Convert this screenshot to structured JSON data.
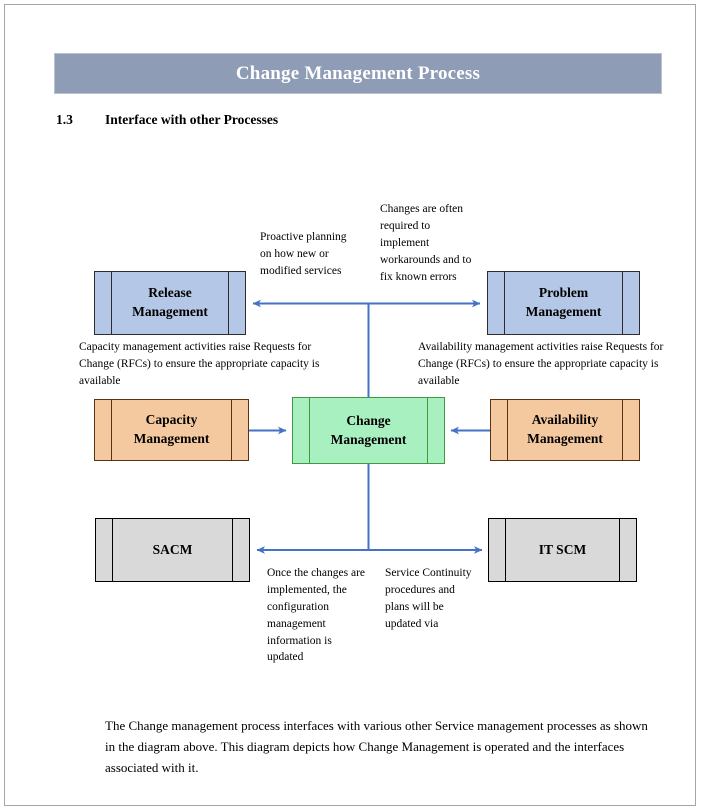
{
  "document": {
    "banner_title": "Change Management Process",
    "section_number": "1.3",
    "section_title": "Interface with other Processes",
    "closing_paragraph": "The Change management process interfaces with various other Service management processes as shown in the diagram above. This diagram depicts how Change Management is operated and the interfaces associated with it."
  },
  "colors": {
    "banner_fill": "#8e9cb6",
    "banner_text": "#ffffff",
    "box_blue": "#b4c7e7",
    "box_green": "#a9f0c0",
    "box_peach": "#f5c9a0",
    "box_gray": "#d9d9d9",
    "connector_blue": "#4472c4",
    "page_border": "#a6a6a6"
  },
  "diagram": {
    "boxes": [
      {
        "id": "release",
        "label": "Release\nManagement",
        "color": "blue"
      },
      {
        "id": "problem",
        "label": "Problem\nManagement",
        "color": "blue"
      },
      {
        "id": "capacity",
        "label": "Capacity\nManagement",
        "color": "peach"
      },
      {
        "id": "change",
        "label": "Change\nManagement",
        "color": "green"
      },
      {
        "id": "availability",
        "label": "Availability\nManagement",
        "color": "peach"
      },
      {
        "id": "sacm",
        "label": "SACM",
        "color": "gray"
      },
      {
        "id": "itscm",
        "label": "IT SCM",
        "color": "gray"
      }
    ],
    "box_labels": {
      "release_line1": "Release",
      "release_line2": "Management",
      "problem_line1": "Problem",
      "problem_line2": "Management",
      "capacity_line1": "Capacity",
      "capacity_line2": "Management",
      "change_line1": "Change",
      "change_line2": "Management",
      "availability_line1": "Availability",
      "availability_line2": "Management",
      "sacm": "SACM",
      "itscm": "IT SCM"
    },
    "notes": {
      "proactive": "Proactive planning on how new or modified services",
      "changes": "Changes are often required to implement workarounds and to fix known errors",
      "capacity": "Capacity management activities raise Requests for Change (RFCs) to ensure the appropriate capacity is available",
      "availability": "Availability management activities raise Requests for Change (RFCs) to ensure the appropriate capacity is available",
      "sacm": "Once the changes are implemented, the configuration management information is updated",
      "itscm": "Service Continuity procedures and plans will be updated via"
    },
    "connectors": [
      {
        "from": "change",
        "to": "release",
        "direction": "up-left"
      },
      {
        "from": "change",
        "to": "problem",
        "direction": "up-right"
      },
      {
        "from": "capacity",
        "to": "change",
        "direction": "right"
      },
      {
        "from": "availability",
        "to": "change",
        "direction": "left"
      },
      {
        "from": "change",
        "to": "sacm",
        "direction": "down-left"
      },
      {
        "from": "change",
        "to": "itscm",
        "direction": "down-right"
      }
    ]
  }
}
